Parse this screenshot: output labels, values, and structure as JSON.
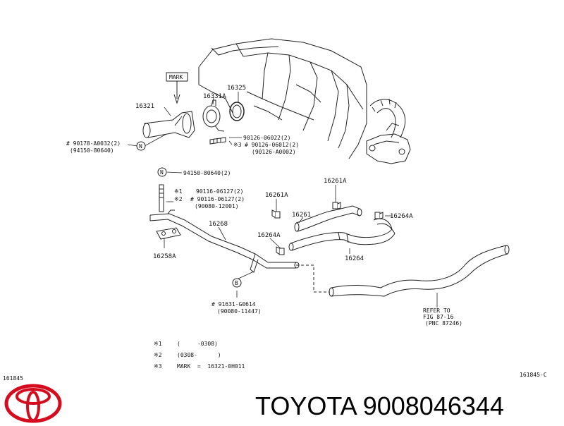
{
  "diagram": {
    "figure_id_left": "161845",
    "figure_id_right": "161845-C",
    "brand_line": "TOYOTA 9008046344",
    "mark_box": "MARK",
    "parts": {
      "p16321": "16321",
      "p16331A": "16331A",
      "p16325": "16325",
      "p16268": "16268",
      "p16258A": "16258A",
      "p16261": "16261",
      "p16261A_1": "16261A",
      "p16261A_2": "16261A",
      "p16264": "16264",
      "p16264A_1": "16264A",
      "p16264A_2": "16264A"
    },
    "fasteners": {
      "f1a": "# 90178-A0032(2)",
      "f1b": "(94150-80640)",
      "f2a": "90126-06022(2)",
      "f2b": "# 90126-06012(2)",
      "f2c": "(90126-A0002)",
      "f3": "94150-80640(2)",
      "f4a": "90116-06127(2)",
      "f4b": "# 90116-06127(2)",
      "f4c": "(90080-12001)",
      "f5a": "# 91631-G0614",
      "f5b": "(90080-11447)"
    },
    "refs": {
      "n1": "N",
      "n2": "N",
      "b": "B"
    },
    "markers": {
      "m3": "※3",
      "m1": "※1",
      "m2": "※2"
    },
    "refer": {
      "line1": "REFER TO",
      "line2": "FIG 87-16",
      "line3": "(PNC 87246)"
    },
    "legend": [
      {
        "key": "※1",
        "text": "(     -0308)"
      },
      {
        "key": "※2",
        "text": "(0308-      )"
      },
      {
        "key": "※3",
        "text": "MARK  =  16321-0H011"
      }
    ]
  }
}
